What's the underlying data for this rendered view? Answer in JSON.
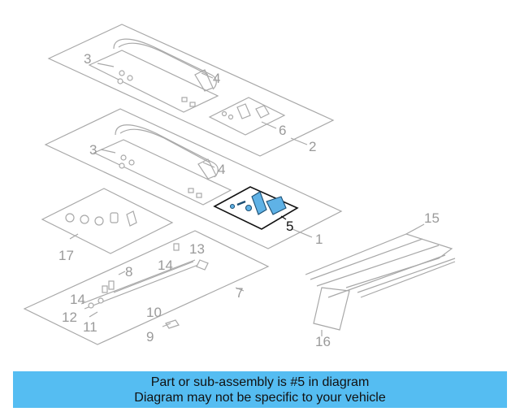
{
  "callouts": {
    "c1": "1",
    "c2": "2",
    "c3a": "3",
    "c3b": "3",
    "c4a": "4",
    "c4b": "4",
    "c5": "5",
    "c6": "6",
    "c7": "7",
    "c8": "8",
    "c9": "9",
    "c10": "10",
    "c11": "11",
    "c12": "12",
    "c13": "13",
    "c14a": "14",
    "c14b": "14",
    "c15": "15",
    "c16": "16",
    "c17": "17"
  },
  "highlight": {
    "part": "5",
    "fill_color": "#5fb2e6",
    "banner_color": "#55bdf2"
  },
  "banner": {
    "line1": "Part or sub-assembly is #5 in diagram",
    "line2": "Diagram may not be specific to your vehicle"
  }
}
